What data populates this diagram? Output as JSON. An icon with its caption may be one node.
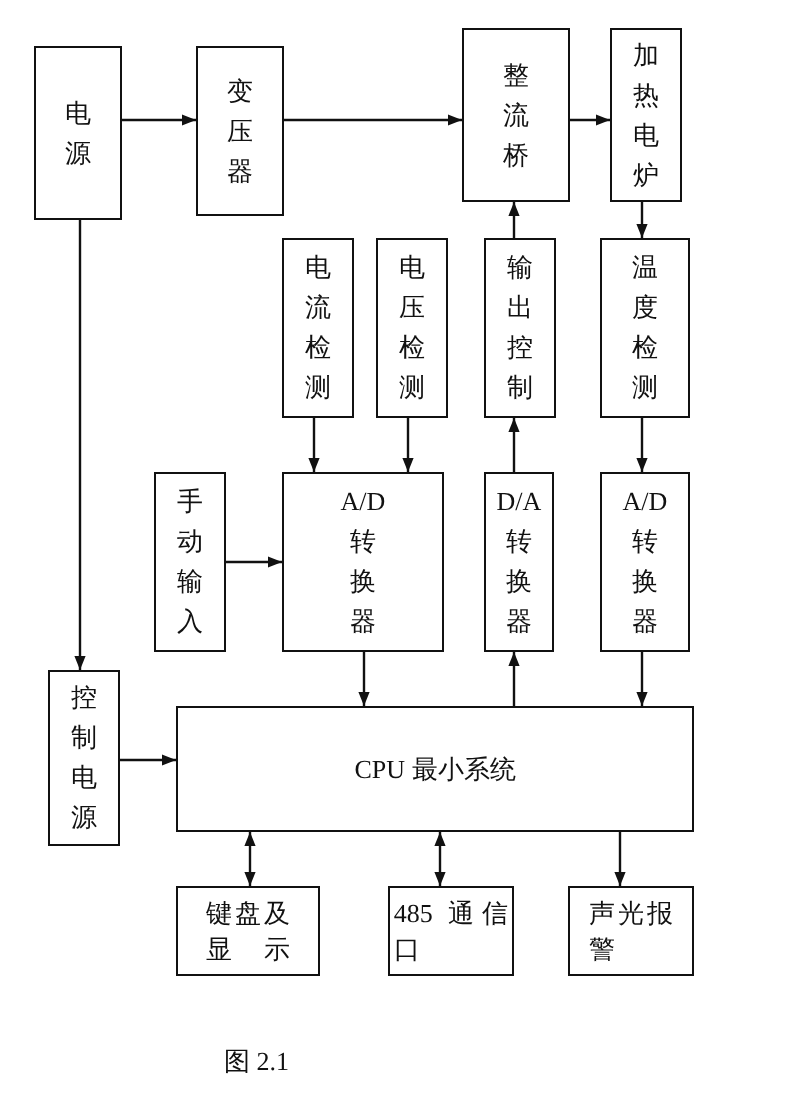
{
  "diagram": {
    "caption": "图 2.1",
    "nodes": [
      {
        "text": [
          "电源"
        ]
      },
      {
        "text": [
          "变压器"
        ]
      },
      {
        "text": [
          "整流桥"
        ]
      },
      {
        "text": [
          "加热电炉"
        ]
      },
      {
        "text": [
          "电流检测"
        ]
      },
      {
        "text": [
          "电压检测"
        ]
      },
      {
        "text": [
          "输出控制"
        ]
      },
      {
        "text": [
          "温度检测"
        ]
      },
      {
        "text": [
          "手动输入"
        ]
      },
      {
        "text": [
          "A/D转换器"
        ]
      },
      {
        "text": [
          "D/A转换器"
        ]
      },
      {
        "text": [
          "A/D转换器"
        ]
      },
      {
        "text": [
          "控制电源"
        ]
      },
      {
        "text": [
          "CPU 最小系统"
        ]
      },
      {
        "text": [
          "键盘及显示"
        ]
      },
      {
        "text": [
          "485 通信口"
        ]
      },
      {
        "text": [
          "声光报警"
        ]
      }
    ],
    "edges": [
      {
        "from": 0,
        "to": 1,
        "arrow": "to"
      },
      {
        "from": 1,
        "to": 2,
        "arrow": "to"
      },
      {
        "from": 2,
        "to": 3,
        "arrow": "to"
      },
      {
        "from": 3,
        "to": 7,
        "arrow": "to"
      },
      {
        "from": 6,
        "to": 2,
        "arrow": "to"
      },
      {
        "from": 4,
        "to": 9,
        "arrow": "to"
      },
      {
        "from": 5,
        "to": 9,
        "arrow": "to"
      },
      {
        "from": 7,
        "to": 11,
        "arrow": "to"
      },
      {
        "from": 8,
        "to": 9,
        "arrow": "to"
      },
      {
        "from": 10,
        "to": 6,
        "arrow": "to"
      },
      {
        "from": 9,
        "to": 13,
        "arrow": "to"
      },
      {
        "from": 13,
        "to": 10,
        "arrow": "to"
      },
      {
        "from": 11,
        "to": 13,
        "arrow": "to"
      },
      {
        "from": 0,
        "to": 12,
        "arrow": "to"
      },
      {
        "from": 12,
        "to": 13,
        "arrow": "to"
      },
      {
        "from": 13,
        "to": 14,
        "arrow": "both"
      },
      {
        "from": 13,
        "to": 15,
        "arrow": "both"
      },
      {
        "from": 13,
        "to": 16,
        "arrow": "to"
      }
    ]
  }
}
